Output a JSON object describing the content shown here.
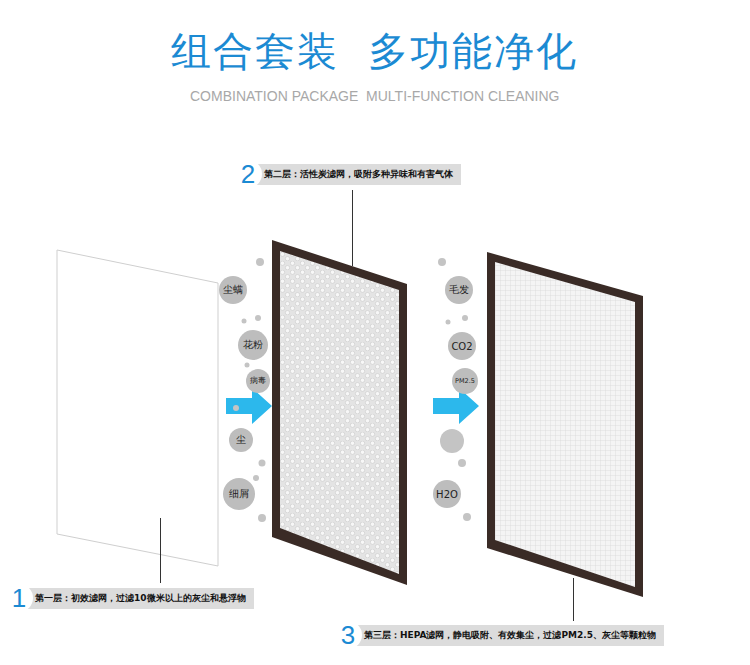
{
  "diagram": {
    "title": "组合套装  多功能净化",
    "nodes": [
      {
        "text": [
          "第二层：活性炭滤网，吸附多种异味和有害气体"
        ]
      },
      {
        "text": [
          "尘螨"
        ]
      },
      {
        "text": [
          "花粉"
        ]
      },
      {
        "text": [
          "病毒"
        ]
      },
      {
        "text": [
          "尘"
        ]
      },
      {
        "text": [
          "细屑"
        ]
      },
      {
        "text": [
          "毛发"
        ]
      },
      {
        "text": [
          "CO2"
        ]
      },
      {
        "text": [
          "PM2.5"
        ]
      },
      {
        "text": [
          "H2O"
        ]
      },
      {
        "text": [
          "第一层：初效滤网，过滤10微米以上的灰尘和悬浮物"
        ]
      },
      {
        "text": [
          "第三层：HEPA滤网，静电吸附、有效集尘，过滤PM2.5、灰尘等颗粒物"
        ]
      }
    ],
    "labels": [
      "COMBINATION PACKAGE  MULTI-FUNCTION CLEANING",
      "2",
      "1",
      "3"
    ]
  }
}
